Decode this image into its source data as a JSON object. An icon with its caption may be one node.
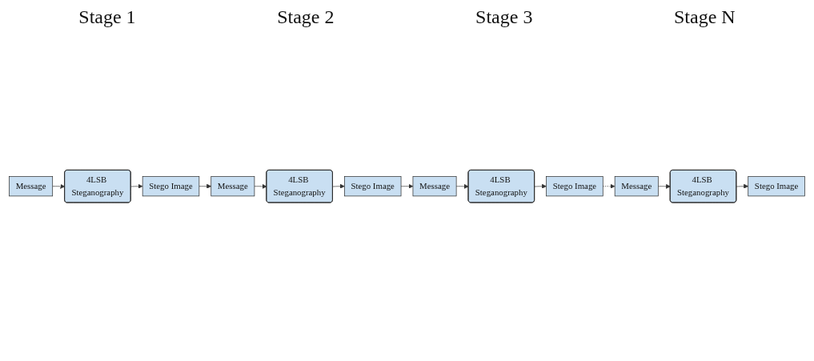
{
  "diagram": {
    "nodes": [
      {
        "text": [
          "Message"
        ]
      },
      {
        "text": [
          "4LSB Steganography"
        ]
      },
      {
        "text": [
          "Stego Image"
        ]
      },
      {
        "text": [
          "Message"
        ]
      },
      {
        "text": [
          "4LSB Steganography"
        ]
      },
      {
        "text": [
          "Stego Image"
        ]
      },
      {
        "text": [
          "Message"
        ]
      },
      {
        "text": [
          "4LSB Steganography"
        ]
      },
      {
        "text": [
          "Stego Image"
        ]
      },
      {
        "text": [
          "Message"
        ]
      },
      {
        "text": [
          "4LSB Steganography"
        ]
      },
      {
        "text": [
          "Stego Image"
        ]
      }
    ],
    "edges": [
      {
        "from": 0,
        "to": 1,
        "arrow": "to"
      },
      {
        "from": 1,
        "to": 2,
        "arrow": "to"
      },
      {
        "from": 2,
        "to": 3,
        "arrow": "to"
      },
      {
        "from": 3,
        "to": 4,
        "arrow": "to"
      },
      {
        "from": 4,
        "to": 5,
        "arrow": "to"
      },
      {
        "from": 5,
        "to": 6,
        "arrow": "to"
      },
      {
        "from": 6,
        "to": 7,
        "arrow": "to"
      },
      {
        "from": 7,
        "to": 8,
        "arrow": "to"
      },
      {
        "from": 8,
        "to": 9,
        "arrow": "to",
        "style": "dashed"
      },
      {
        "from": 9,
        "to": 10,
        "arrow": "to"
      },
      {
        "from": 10,
        "to": 11,
        "arrow": "to"
      }
    ],
    "labels": [
      "Stage 1",
      "Stage 2",
      "Stage 3",
      "Stage N"
    ]
  }
}
